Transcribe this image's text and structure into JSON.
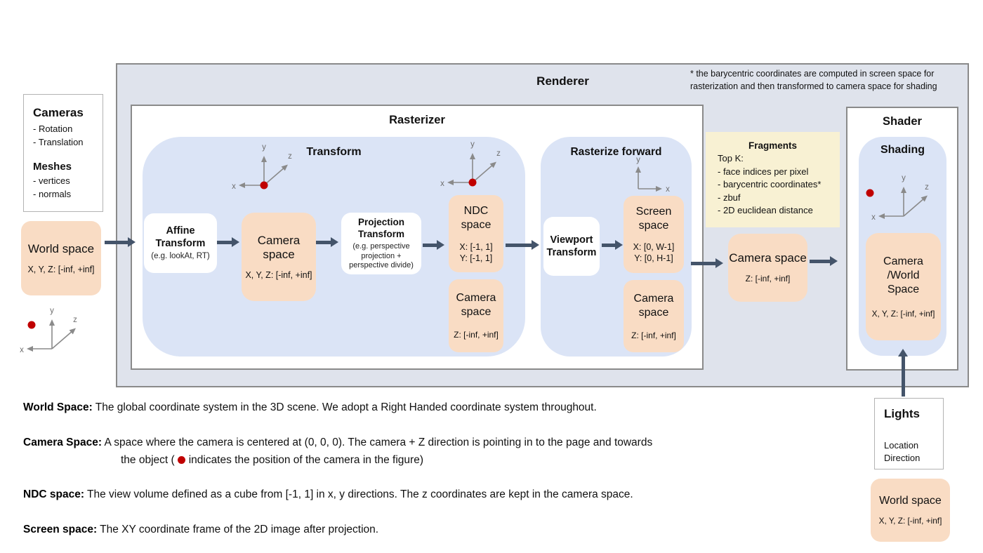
{
  "renderer": {
    "title": "Renderer",
    "note_line1": "* the barycentric coordinates are computed in screen space for",
    "note_line2": "rasterization and then transformed to camera space for shading"
  },
  "cameras_panel": {
    "title": "Cameras",
    "rotation": "- Rotation",
    "translation": "- Translation",
    "meshes_title": "Meshes",
    "vertices": "- vertices",
    "normals": "- normals"
  },
  "world_space_left": {
    "title": "World space",
    "range": "X, Y, Z: [-inf, +inf]"
  },
  "rasterizer": {
    "title": "Rasterizer"
  },
  "transform_section": {
    "title": "Transform",
    "affine": {
      "title": "Affine Transform",
      "subtitle": "(e.g. lookAt, RT)"
    },
    "camera_space": {
      "title": "Camera space",
      "range": "X, Y, Z: [-inf, +inf]"
    },
    "projection": {
      "title": "Projection Transform",
      "subtitle": "(e.g. perspective projection + perspective divide)"
    },
    "ndc": {
      "title": "NDC space",
      "range_x": "X: [-1, 1]",
      "range_y": "Y: [-1, 1]"
    },
    "camera_space_z": {
      "title": "Camera space",
      "range": "Z: [-inf, +inf]"
    }
  },
  "rasterize_forward": {
    "title": "Rasterize forward",
    "viewport": {
      "title": "Viewport Transform"
    },
    "screen": {
      "title": "Screen space",
      "range_x": "X: [0, W-1]",
      "range_y": "Y: [0, H-1]"
    },
    "camera_space_z": {
      "title": "Camera space",
      "range": "Z: [-inf, +inf]"
    }
  },
  "fragments": {
    "title": "Fragments",
    "topk": "Top K:",
    "items": [
      "- face indices per pixel",
      "- barycentric coordinates*",
      "- zbuf",
      "- 2D euclidean distance"
    ]
  },
  "camera_space_out": {
    "title": "Camera space",
    "range": "Z: [-inf, +inf]"
  },
  "shader": {
    "title": "Shader",
    "shading_title": "Shading",
    "camera_world": {
      "title": "Camera /World Space",
      "range": "X, Y, Z: [-inf, +inf]"
    }
  },
  "lights": {
    "title": "Lights",
    "location": "Location",
    "direction": "Direction"
  },
  "world_space_br": {
    "title": "World space",
    "range": "X, Y, Z: [-inf, +inf]"
  },
  "definitions": {
    "world": {
      "label": "World Space:",
      "text": "The global coordinate system in the 3D scene. We adopt a Right Handed coordinate system throughout."
    },
    "camera": {
      "label": "Camera Space:",
      "line1": "A space where the camera is centered at (0, 0, 0). The camera + Z direction is pointing in to the page and towards",
      "line2_pre": "the object (",
      "line2_post": "indicates the position of the camera in the figure)"
    },
    "ndc": {
      "label": "NDC space:",
      "text": "The view volume defined as a cube from [-1, 1] in x, y directions. The z coordinates are kept in the camera space."
    },
    "screen": {
      "label": "Screen space:",
      "text": "The XY coordinate frame of the 2D image after projection."
    }
  },
  "axes": {
    "x": "x",
    "y": "y",
    "z": "z"
  },
  "colors": {
    "arrow": "#44546a",
    "peach": "#f9dcc4",
    "blue": "#dbe4f6",
    "yellow": "#f8f1d3",
    "renderer_bg": "#dfe3ec",
    "red_dot": "#c00000"
  }
}
